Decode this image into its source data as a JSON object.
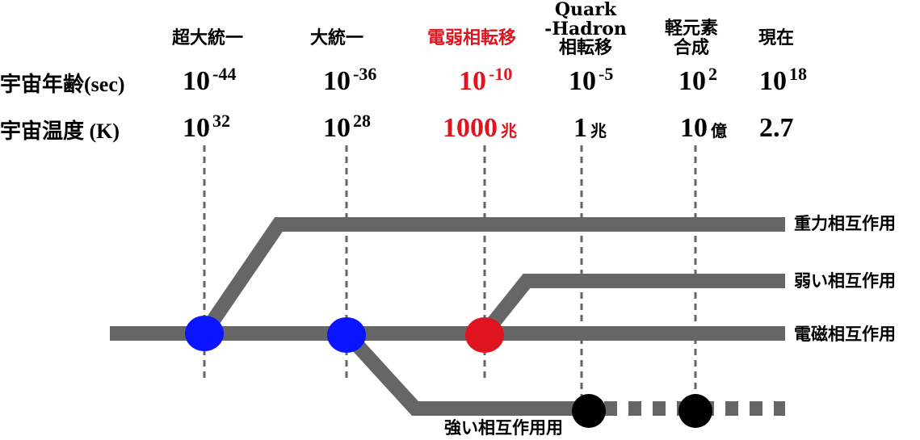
{
  "eras": [
    {
      "id": "gut-super",
      "name": "超大統一",
      "age_base": "10",
      "age_exp": "-44",
      "temp_base": "10",
      "temp_exp": "32",
      "temp_unit": "",
      "highlight": false
    },
    {
      "id": "gut",
      "name": "大統一",
      "age_base": "10",
      "age_exp": "-36",
      "temp_base": "10",
      "temp_exp": "28",
      "temp_unit": "",
      "highlight": false
    },
    {
      "id": "electroweak",
      "name": "電弱相転移",
      "age_base": "10",
      "age_exp": "-10",
      "temp_base": "1000",
      "temp_exp": "",
      "temp_unit": "兆",
      "highlight": true
    },
    {
      "id": "quark-hadron",
      "name_lines": [
        "Quark",
        "-Hadron",
        "相転移"
      ],
      "age_base": "10",
      "age_exp": "-5",
      "temp_base": "1",
      "temp_exp": "",
      "temp_unit": "兆",
      "highlight": false
    },
    {
      "id": "nucleosynthesis",
      "name_lines": [
        "軽元素",
        "合成"
      ],
      "age_base": "10",
      "age_exp": "2",
      "temp_base": "10",
      "temp_exp": "",
      "temp_unit": "億",
      "highlight": false
    },
    {
      "id": "present",
      "name": "現在",
      "age_base": "10",
      "age_exp": "18",
      "temp_base": "2.7",
      "temp_exp": "",
      "temp_unit": "",
      "highlight": false
    }
  ],
  "row_labels": {
    "age_prefix": "宇宙年齢",
    "age_suffix": "(sec)",
    "temp_prefix": "宇宙温度",
    "temp_suffix": " (K)"
  },
  "forces": {
    "gravity": "重力相互作用",
    "weak": "弱い相互作用",
    "electromagnetic": "電磁相互作用",
    "strong": "強い相互作用用"
  },
  "colors": {
    "line": "#666666",
    "dash": "#666666",
    "blue_node": "#0a14ff",
    "red_node": "#e0141e",
    "black_node": "#000000",
    "highlight_text": "#e0141e"
  }
}
